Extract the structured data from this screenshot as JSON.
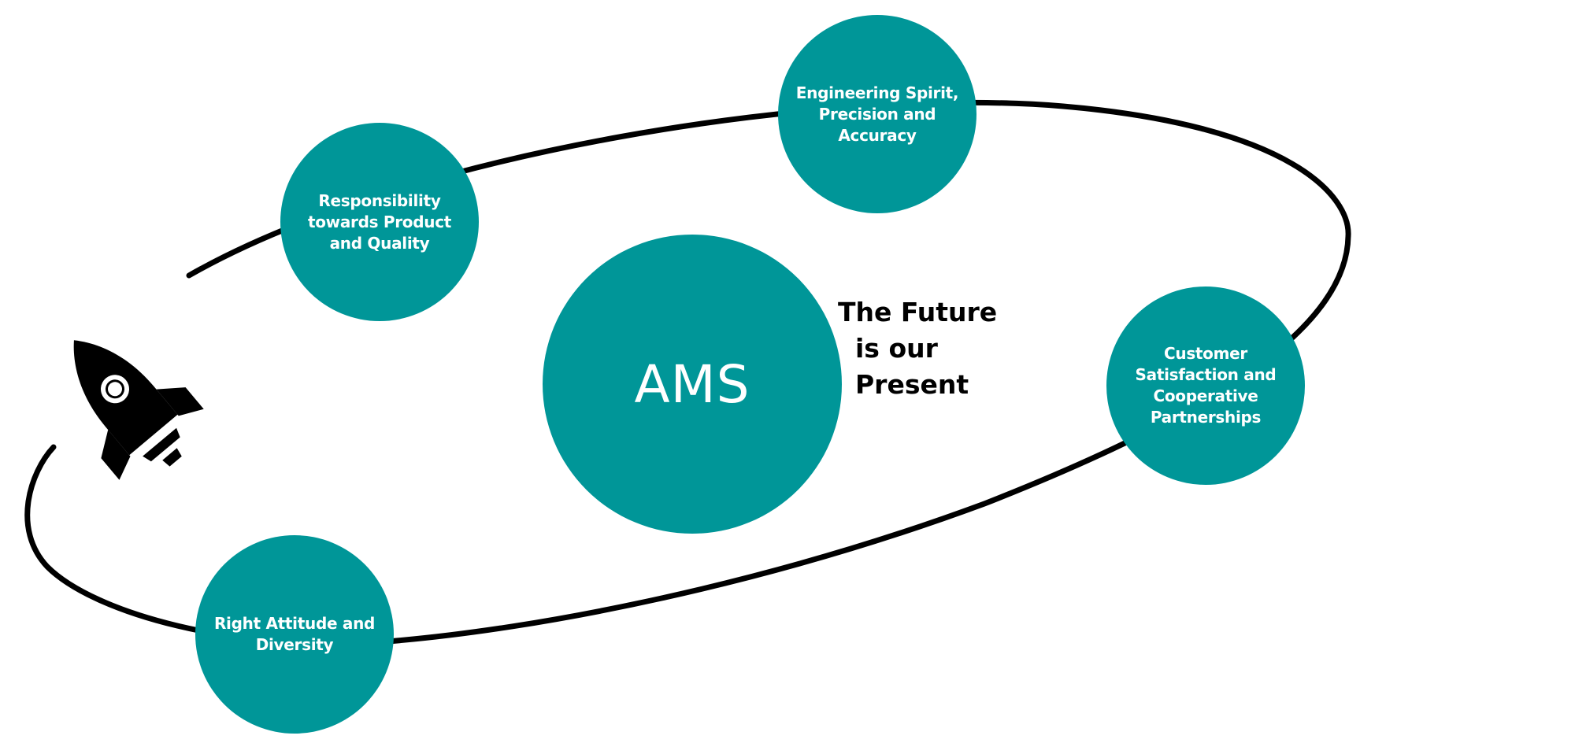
{
  "diagram": {
    "center": {
      "label": "AMS"
    },
    "tagline": {
      "lines": [
        "The Future",
        "is our",
        "Present"
      ]
    },
    "nodes": [
      {
        "label": "Engineering Spirit, Precision and Accuracy"
      },
      {
        "label": "Responsibility towards Product and Quality"
      },
      {
        "label": "Customer Satisfaction and Cooperative Partnerships"
      },
      {
        "label": "Right Attitude and Diversity"
      }
    ],
    "icon": "rocket-icon",
    "colors": {
      "node_fill": "#009698",
      "orbit": "#000000",
      "text_on_node": "#ffffff",
      "background": "#ffffff"
    }
  }
}
